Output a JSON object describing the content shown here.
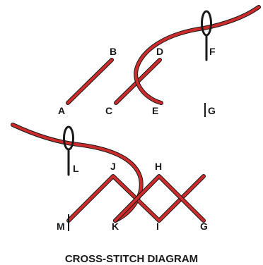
{
  "diagram": {
    "caption": "CROSS-STITCH DIAGRAM",
    "colors": {
      "thread": "#cc2b2b",
      "thread_outline": "#1a1a1a",
      "needle": "#1a1a1a",
      "label": "#1a1a1a",
      "background": "#ffffff"
    },
    "top_row": {
      "labels": {
        "a": "A",
        "b": "B",
        "c": "C",
        "d": "D",
        "e": "E",
        "f": "F",
        "g": "G"
      }
    },
    "bottom_row": {
      "labels": {
        "l": "L",
        "j": "J",
        "h": "H",
        "m": "M",
        "k": "K",
        "i": "I",
        "g": "G"
      }
    },
    "icons": [
      "needle-icon",
      "needle-icon"
    ]
  }
}
